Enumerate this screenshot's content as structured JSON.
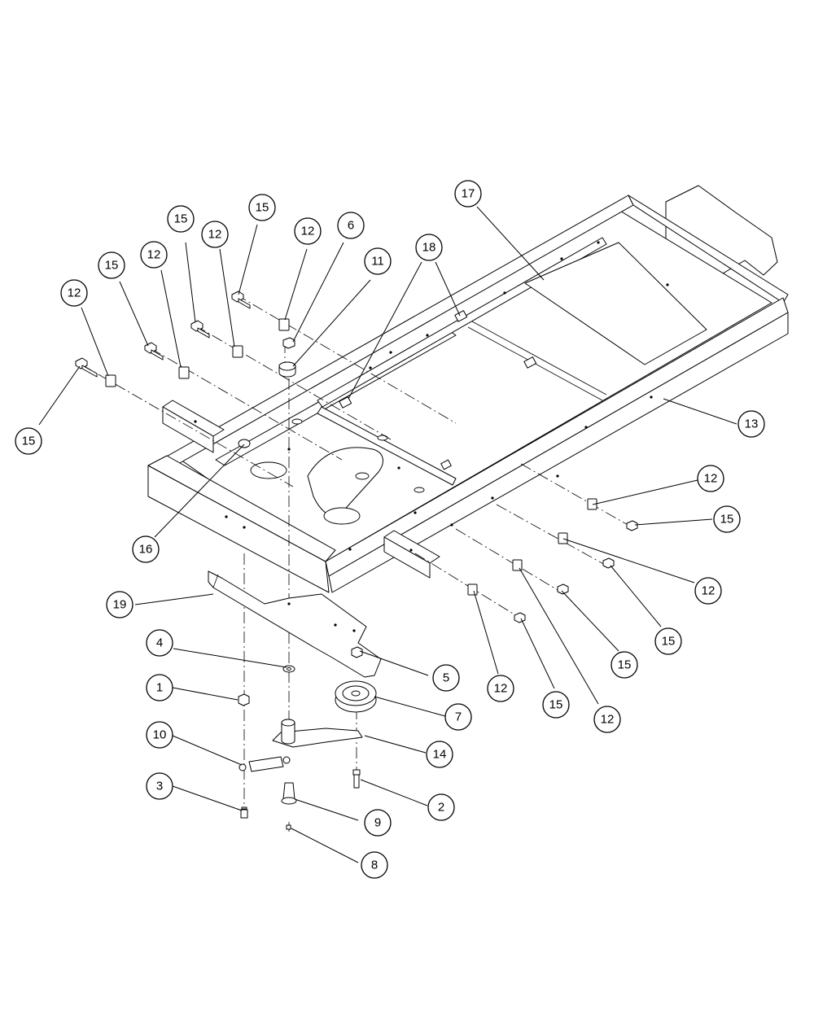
{
  "callouts": [
    {
      "id": "c1",
      "label": "1"
    },
    {
      "id": "c2",
      "label": "2"
    },
    {
      "id": "c3",
      "label": "3"
    },
    {
      "id": "c4",
      "label": "4"
    },
    {
      "id": "c5",
      "label": "5"
    },
    {
      "id": "c6",
      "label": "6"
    },
    {
      "id": "c7",
      "label": "7"
    },
    {
      "id": "c8",
      "label": "8"
    },
    {
      "id": "c9",
      "label": "9"
    },
    {
      "id": "c10",
      "label": "10"
    },
    {
      "id": "c11",
      "label": "11"
    },
    {
      "id": "c12a",
      "label": "12"
    },
    {
      "id": "c12b",
      "label": "12"
    },
    {
      "id": "c12c",
      "label": "12"
    },
    {
      "id": "c12d",
      "label": "12"
    },
    {
      "id": "c12e",
      "label": "12"
    },
    {
      "id": "c12f",
      "label": "12"
    },
    {
      "id": "c12g",
      "label": "12"
    },
    {
      "id": "c12h",
      "label": "12"
    },
    {
      "id": "c13",
      "label": "13"
    },
    {
      "id": "c14",
      "label": "14"
    },
    {
      "id": "c15a",
      "label": "15"
    },
    {
      "id": "c15b",
      "label": "15"
    },
    {
      "id": "c15c",
      "label": "15"
    },
    {
      "id": "c15d",
      "label": "15"
    },
    {
      "id": "c15e",
      "label": "15"
    },
    {
      "id": "c15f",
      "label": "15"
    },
    {
      "id": "c15g",
      "label": "15"
    },
    {
      "id": "c15h",
      "label": "15"
    },
    {
      "id": "c16",
      "label": "16"
    },
    {
      "id": "c17",
      "label": "17"
    },
    {
      "id": "c18",
      "label": "18"
    },
    {
      "id": "c19",
      "label": "19"
    }
  ]
}
